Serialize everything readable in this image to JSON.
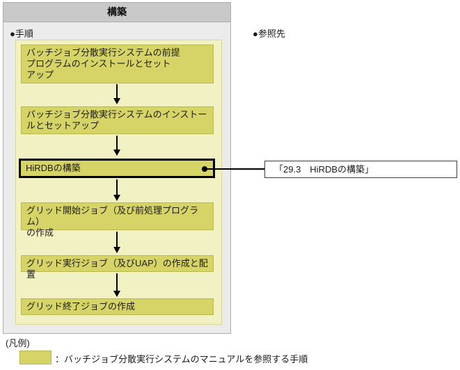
{
  "panel": {
    "title": "構築"
  },
  "labels": {
    "procedure": "●手順",
    "reference": "●参照先",
    "legend_title": "(凡例)"
  },
  "flow": {
    "steps": [
      {
        "label": "バッチジョブ分散実行システムの前提\nプログラムのインストールとセット\nアップ",
        "highlighted": false
      },
      {
        "label": "バッチジョブ分散実行システムのインストー\nルとセットアップ",
        "highlighted": false
      },
      {
        "label": "HiRDBの構築",
        "highlighted": true
      },
      {
        "label": "グリッド開始ジョブ（及び前処理プログラム）\nの作成",
        "highlighted": false
      },
      {
        "label": "グリッド実行ジョブ（及びUAP）の作成と配置",
        "highlighted": false
      },
      {
        "label": "グリッド終了ジョブの作成",
        "highlighted": false
      }
    ]
  },
  "reference": {
    "text": "「29.3　HiRDBの構築」"
  },
  "legend": {
    "text": "：バッチジョブ分散実行システムのマニュアルを参照する手順"
  },
  "colors": {
    "header_fill": "#c9c9c9",
    "panel_fill": "#ebebeb",
    "panel_border": "#adadad",
    "container_fill": "#f2f1c3",
    "container_border": "#d9d795",
    "step_fill": "#d6d466",
    "step_border": "#b9b750",
    "highlight_border": "#000000"
  }
}
